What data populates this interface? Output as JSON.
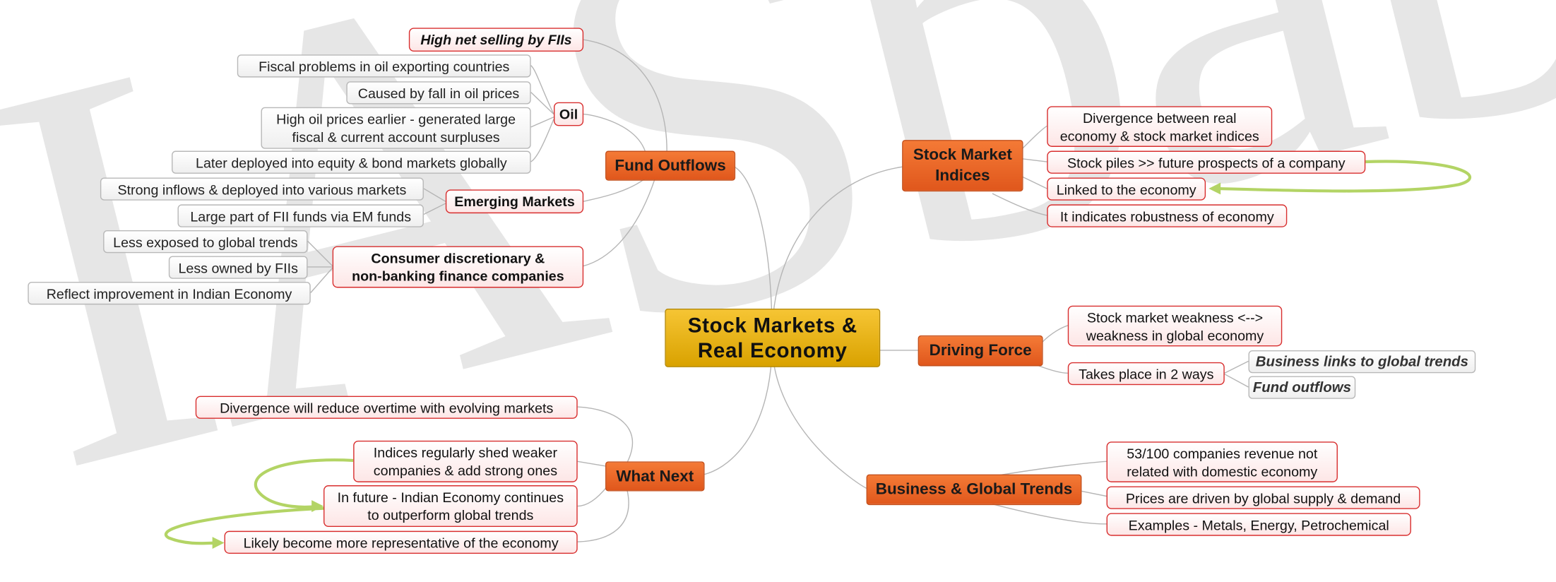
{
  "map": {
    "watermark": "IASbaba",
    "center": "Stock Markets &\nReal Economy",
    "fund_outflows": {
      "title": "Fund Outflows",
      "high_net_selling": "High net selling by FIIs",
      "oil": {
        "title": "Oil",
        "items": [
          "Fiscal problems in oil exporting countries",
          "Caused by fall in oil prices",
          "High oil prices earlier - generated large\nfiscal & current account surpluses",
          "Later deployed into equity & bond markets globally"
        ]
      },
      "emerging": {
        "title": "Emerging Markets",
        "items": [
          "Strong inflows & deployed into various markets",
          "Large part of FII funds via EM funds"
        ]
      },
      "consumer": {
        "title": "Consumer discretionary &\nnon-banking finance companies",
        "items": [
          "Less exposed to global trends",
          "Less owned by FIIs",
          "Reflect improvement in Indian Economy"
        ]
      }
    },
    "what_next": {
      "title": "What Next",
      "items": [
        "Divergence will reduce overtime with evolving markets",
        "Indices regularly shed weaker\ncompanies & add strong ones",
        "In future - Indian Economy continues\nto outperform global trends",
        "Likely become more representative of the economy"
      ]
    },
    "indices": {
      "title": "Stock Market\nIndices",
      "items": [
        "Divergence between real\neconomy & stock market indices",
        "Stock piles >> future prospects of a company",
        "Linked to the economy",
        "It indicates robustness of economy"
      ]
    },
    "driving": {
      "title": "Driving Force",
      "weakness": "Stock market weakness <-->\nweakness in global economy",
      "two_ways": "Takes place in 2 ways",
      "ways": [
        "Business links to global trends",
        "Fund outflows"
      ]
    },
    "business": {
      "title": "Business & Global Trends",
      "items": [
        "53/100 companies revenue not\nrelated with domestic economy",
        "Prices are driven by global supply & demand",
        "Examples - Metals, Energy, Petrochemical"
      ]
    }
  }
}
